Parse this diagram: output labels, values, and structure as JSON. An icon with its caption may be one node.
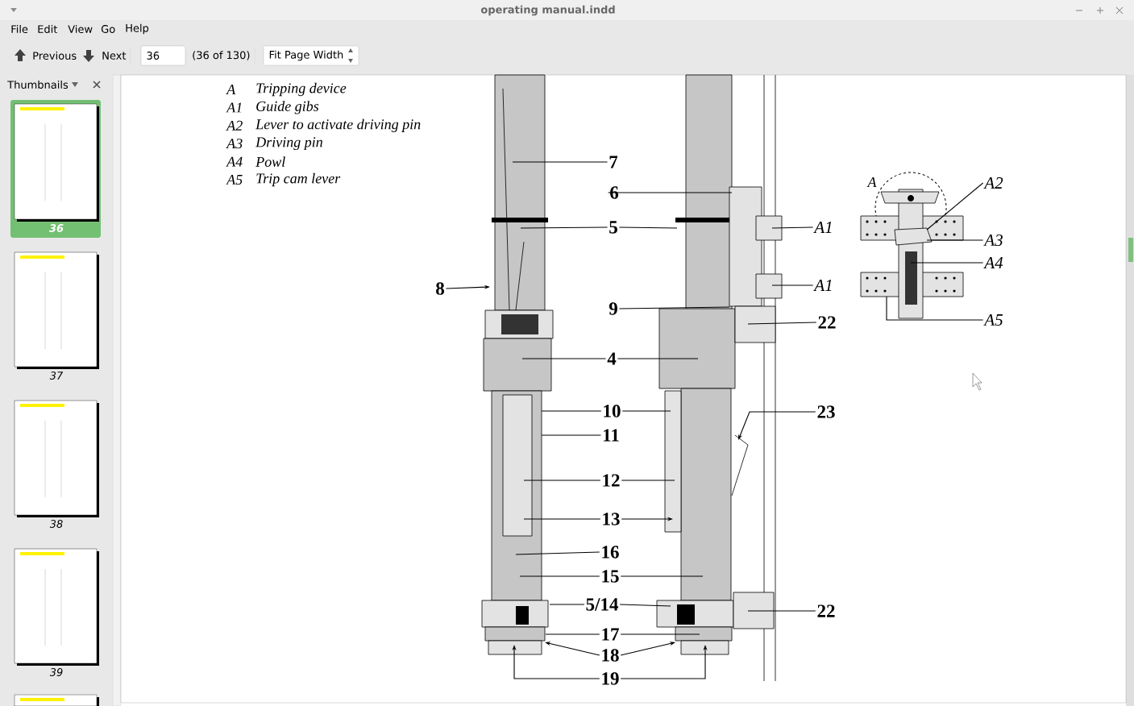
{
  "diagram": {
    "title": "operating manual.indd",
    "nodes": [
      {
        "text": [
          "7"
        ]
      },
      {
        "text": [
          "6"
        ]
      },
      {
        "text": [
          "5"
        ]
      },
      {
        "text": [
          "8"
        ]
      },
      {
        "text": [
          "9"
        ]
      },
      {
        "text": [
          "A1"
        ]
      },
      {
        "text": [
          "A1"
        ]
      },
      {
        "text": [
          "22"
        ]
      },
      {
        "text": [
          "4"
        ]
      },
      {
        "text": [
          "10"
        ]
      },
      {
        "text": [
          "11"
        ]
      },
      {
        "text": [
          "12"
        ]
      },
      {
        "text": [
          "13"
        ]
      },
      {
        "text": [
          "23"
        ]
      },
      {
        "text": [
          "16"
        ]
      },
      {
        "text": [
          "15"
        ]
      },
      {
        "text": [
          "5/14"
        ]
      },
      {
        "text": [
          "22"
        ]
      },
      {
        "text": [
          "17"
        ]
      },
      {
        "text": [
          "18"
        ]
      },
      {
        "text": [
          "19"
        ]
      },
      {
        "text": [
          "A2"
        ]
      },
      {
        "text": [
          "A3"
        ]
      },
      {
        "text": [
          "A4"
        ]
      },
      {
        "text": [
          "A5"
        ]
      }
    ],
    "edges": [
      {
        "from": 0,
        "to": null,
        "arrow": "none"
      },
      {
        "from": 1,
        "to": null,
        "arrow": "none"
      },
      {
        "from": 2,
        "to": null,
        "arrow": "none"
      },
      {
        "from": 2,
        "to": null,
        "arrow": "none"
      },
      {
        "from": 3,
        "to": null,
        "arrow": "to"
      },
      {
        "from": 4,
        "to": null,
        "arrow": "none"
      },
      {
        "from": 5,
        "to": null,
        "arrow": "none"
      },
      {
        "from": 6,
        "to": null,
        "arrow": "none"
      },
      {
        "from": 7,
        "to": null,
        "arrow": "none"
      },
      {
        "from": 8,
        "to": null,
        "arrow": "none"
      },
      {
        "from": 8,
        "to": null,
        "arrow": "none"
      },
      {
        "from": 9,
        "to": null,
        "arrow": "none"
      },
      {
        "from": 9,
        "to": null,
        "arrow": "none"
      },
      {
        "from": 10,
        "to": null,
        "arrow": "none"
      },
      {
        "from": 11,
        "to": null,
        "arrow": "none"
      },
      {
        "from": 11,
        "to": null,
        "arrow": "none"
      },
      {
        "from": 12,
        "to": null,
        "arrow": "none"
      },
      {
        "from": 12,
        "to": null,
        "arrow": "to"
      },
      {
        "from": 13,
        "to": null,
        "arrow": "to"
      },
      {
        "from": 14,
        "to": null,
        "arrow": "none"
      },
      {
        "from": 15,
        "to": null,
        "arrow": "none"
      },
      {
        "from": 15,
        "to": null,
        "arrow": "none"
      },
      {
        "from": 16,
        "to": null,
        "arrow": "none"
      },
      {
        "from": 16,
        "to": null,
        "arrow": "none"
      },
      {
        "from": 17,
        "to": null,
        "arrow": "none"
      },
      {
        "from": 18,
        "to": null,
        "arrow": "none"
      },
      {
        "from": 18,
        "to": null,
        "arrow": "none"
      },
      {
        "from": 19,
        "to": null,
        "arrow": "to"
      },
      {
        "from": 19,
        "to": null,
        "arrow": "to"
      },
      {
        "from": 20,
        "to": null,
        "arrow": "to"
      },
      {
        "from": 20,
        "to": null,
        "arrow": "to"
      },
      {
        "from": 21,
        "to": null,
        "arrow": "none"
      },
      {
        "from": 22,
        "to": null,
        "arrow": "none"
      },
      {
        "from": 23,
        "to": null,
        "arrow": "none"
      },
      {
        "from": 24,
        "to": null,
        "arrow": "none"
      }
    ],
    "labels": [
      "File",
      "Edit",
      "View",
      "Go",
      "Help",
      "Previous",
      "Next",
      "36",
      "(36 of 130)",
      "Fit Page Width",
      "Thumbnails",
      "36",
      "37",
      "38",
      "39",
      "A",
      "Tripping device",
      "A1",
      "Guide gibs",
      "A2",
      "Lever to activate driving pin",
      "A3",
      "Driving pin",
      "A4",
      "Powl",
      "A5",
      "Trip cam lever",
      "A"
    ]
  }
}
